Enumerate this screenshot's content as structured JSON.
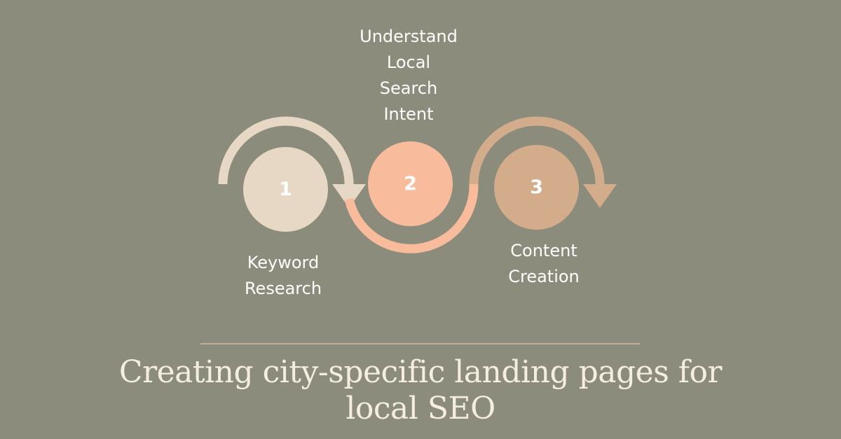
{
  "diagram": {
    "steps": [
      {
        "number": "1",
        "label": "Keyword\nResearch",
        "color": "#e7d7c5"
      },
      {
        "number": "2",
        "label": "Understand\nLocal\nSearch\nIntent",
        "color": "#f8bb9b"
      },
      {
        "number": "3",
        "label": "Content\nCreation",
        "color": "#d2ac8b"
      }
    ]
  },
  "title": "Creating city-specific landing pages for local SEO",
  "colors": {
    "background": "#8b8c7b",
    "divider": "#c7ab93",
    "title": "#f5ede0"
  }
}
